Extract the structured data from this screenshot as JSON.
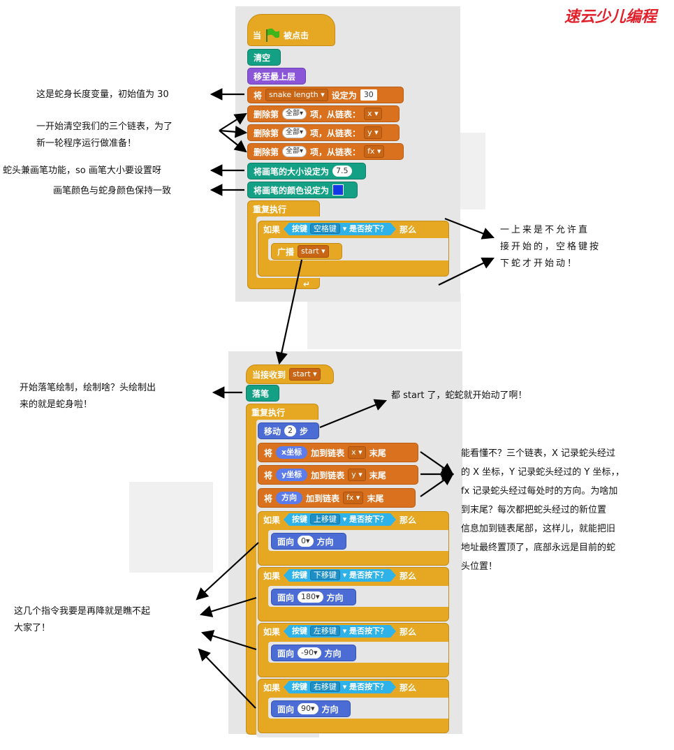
{
  "logo": {
    "text": "速云少儿编程",
    "color": "#e0202a"
  },
  "top_script": {
    "hat": {
      "when": "当",
      "clicked": "被点击",
      "icon": "green-flag-icon"
    },
    "clear": "清空",
    "go_front": "移至最上层",
    "set_var": {
      "label": "将",
      "var": "snake length",
      "to": "设定为",
      "value": "30"
    },
    "delete_items": [
      {
        "label": "删除第",
        "which": "全部",
        "mid": "项，从链表：",
        "list": "x"
      },
      {
        "label": "删除第",
        "which": "全部",
        "mid": "项，从链表：",
        "list": "y"
      },
      {
        "label": "删除第",
        "which": "全部",
        "mid": "项，从链表：",
        "list": "fx"
      }
    ],
    "pen_size": {
      "label": "将画笔的大小设定为",
      "value": "7.5"
    },
    "pen_color": {
      "label": "将画笔的颜色设定为",
      "color": "#1238e8"
    },
    "forever": "重复执行",
    "if_block": {
      "if": "如果",
      "key": "按键",
      "keyname": "空格键",
      "pressed": "是否按下？",
      "then": "那么"
    },
    "broadcast": {
      "label": "广播",
      "msg": "start"
    }
  },
  "bottom_script": {
    "hat": {
      "label": "当接收到",
      "msg": "start"
    },
    "pen_down": "落笔",
    "forever": "重复执行",
    "move": {
      "label": "移动",
      "value": "2",
      "unit": "步"
    },
    "add_items": [
      {
        "label": "将",
        "rep": "x坐标",
        "mid": "加到链表",
        "list": "x",
        "end": "末尾"
      },
      {
        "label": "将",
        "rep": "y坐标",
        "mid": "加到链表",
        "list": "y",
        "end": "末尾"
      },
      {
        "label": "将",
        "rep": "方向",
        "mid": "加到链表",
        "list": "fx",
        "end": "末尾"
      }
    ],
    "ifs": [
      {
        "if": "如果",
        "key": "按键",
        "keyname": "上移键",
        "pressed": "是否按下？",
        "then": "那么",
        "face": "面向",
        "dir": "0",
        "unit": "方向"
      },
      {
        "if": "如果",
        "key": "按键",
        "keyname": "下移键",
        "pressed": "是否按下？",
        "then": "那么",
        "face": "面向",
        "dir": "180",
        "unit": "方向"
      },
      {
        "if": "如果",
        "key": "按键",
        "keyname": "左移键",
        "pressed": "是否按下？",
        "then": "那么",
        "face": "面向",
        "dir": "-90",
        "unit": "方向"
      },
      {
        "if": "如果",
        "key": "按键",
        "keyname": "右移键",
        "pressed": "是否按下？",
        "then": "那么",
        "face": "面向",
        "dir": "90",
        "unit": "方向"
      }
    ]
  },
  "notes": {
    "n1": "这是蛇身长度变量，初始值为 30",
    "n2a": "一开始清空我们的三个链表，为了",
    "n2b": "新一轮程序运行做准备！",
    "n3": "蛇头兼画笔功能，so 画笔大小要设置呀",
    "n4": "画笔颜色与蛇身颜色保持一致",
    "n5a": "一上来是不允许直",
    "n5b": "接开始的，空格键按",
    "n5c": "下蛇才开始动！",
    "n6a": "开始落笔绘制，绘制啥？头绘制出",
    "n6b": "来的就是蛇身啦！",
    "n7": "都 start 了，蛇蛇就开始动了啊！",
    "n8a": "能看懂不？三个链表，X 记录蛇头经过",
    "n8b": "的 X 坐标，Y 记录蛇头经过的 Y 坐标，，",
    "n8c": "fx 记录蛇头经过每处时的方向。为啥加",
    "n8d": "到末尾？每次都把蛇头经过的新位置",
    "n8e": "信息加到链表尾部，这样儿，就能把旧",
    "n8f": "地址最终置顶了，底部永远是目前的蛇",
    "n8g": "头位置！",
    "n9a": "这几个指令我要是再降就是瞧不起",
    "n9b": "大家了！"
  }
}
